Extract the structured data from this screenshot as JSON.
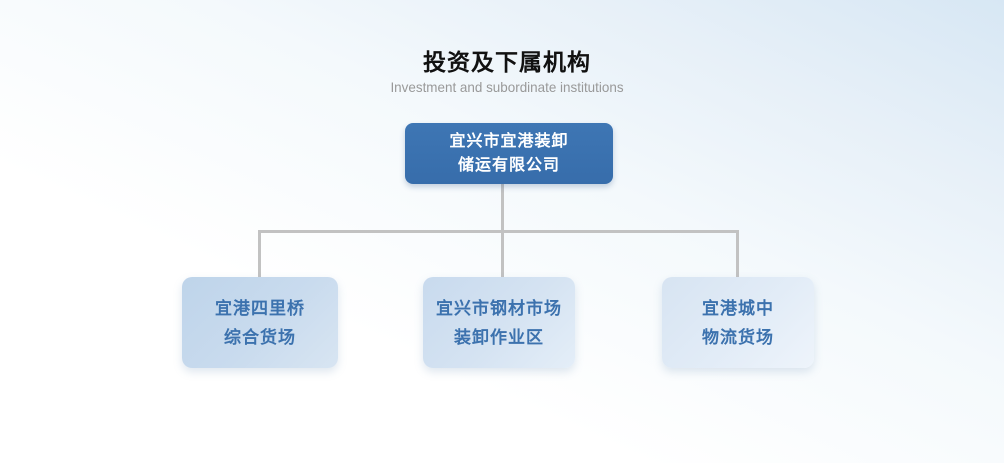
{
  "header": {
    "title": "投资及下属机构",
    "subtitle": "Investment and subordinate institutions"
  },
  "org_chart": {
    "type": "org-tree",
    "root": {
      "line1": "宜兴市宜港装卸",
      "line2": "储运有限公司"
    },
    "children": [
      {
        "line1": "宜港四里桥",
        "line2": "综合货场"
      },
      {
        "line1": "宜兴市钢材市场",
        "line2": "装卸作业区"
      },
      {
        "line1": "宜港城中",
        "line2": "物流货场"
      }
    ]
  },
  "colors": {
    "root_box_bg": "#3a72b0",
    "root_box_text": "#ffffff",
    "child_box_text": "#3c72ae",
    "child_box_bg_left": "#c3d8ec",
    "child_box_bg_middle": "#cdddef",
    "child_box_bg_right": "#dce8f4",
    "connector": "#c2c2c2",
    "title_text": "#111111",
    "subtitle_text": "#999999",
    "page_bg_top": "#d7e7f4",
    "page_bg_bottom": "#ffffff"
  }
}
